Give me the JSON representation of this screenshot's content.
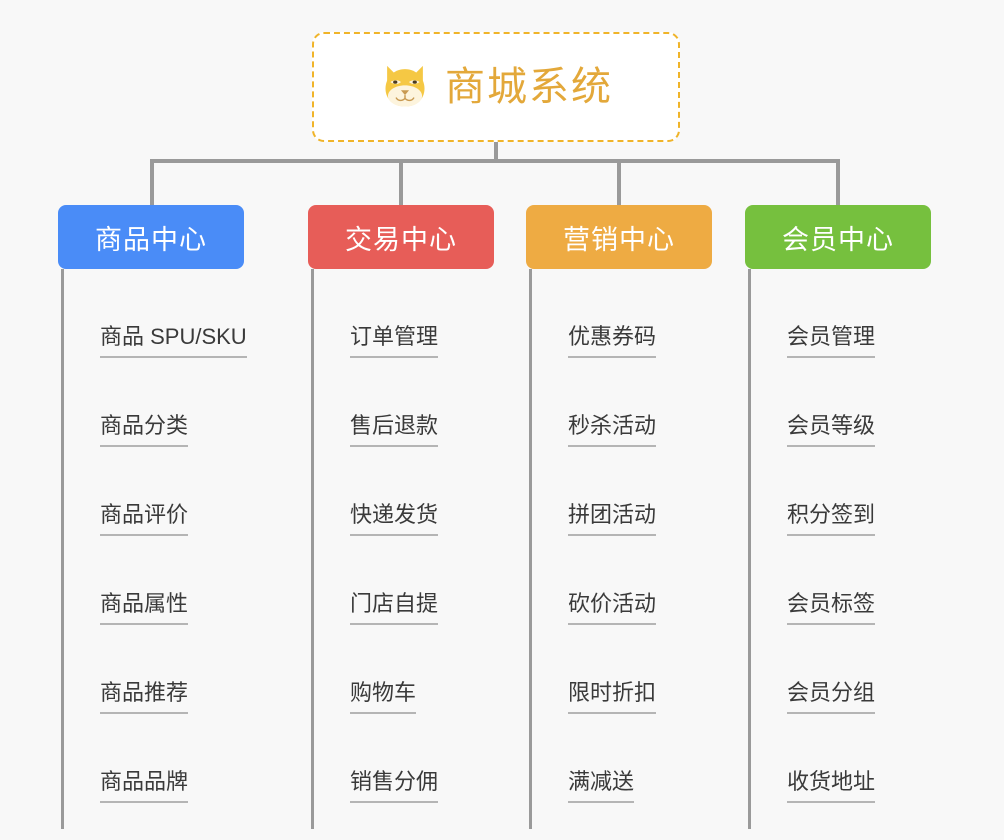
{
  "canvas": {
    "background": "#f8f8f8"
  },
  "root": {
    "title": "商城系统",
    "icon": "shiba-inu-dog-face-icon",
    "title_color": "#e3a83a",
    "border_color": "#f0b429"
  },
  "branches": [
    {
      "label": "商品中心",
      "color": "#4a8cf7",
      "items": [
        "商品 SPU/SKU",
        "商品分类",
        "商品评价",
        "商品属性",
        "商品推荐",
        "商品品牌"
      ]
    },
    {
      "label": "交易中心",
      "color": "#e75d58",
      "items": [
        "订单管理",
        "售后退款",
        "快递发货",
        "门店自提",
        "购物车",
        "销售分佣"
      ]
    },
    {
      "label": "营销中心",
      "color": "#eeab43",
      "items": [
        "优惠券码",
        "秒杀活动",
        "拼团活动",
        "砍价活动",
        "限时折扣",
        "满减送"
      ]
    },
    {
      "label": "会员中心",
      "color": "#76c03e",
      "items": [
        "会员管理",
        "会员等级",
        "积分签到",
        "会员标签",
        "会员分组",
        "收货地址"
      ]
    }
  ]
}
